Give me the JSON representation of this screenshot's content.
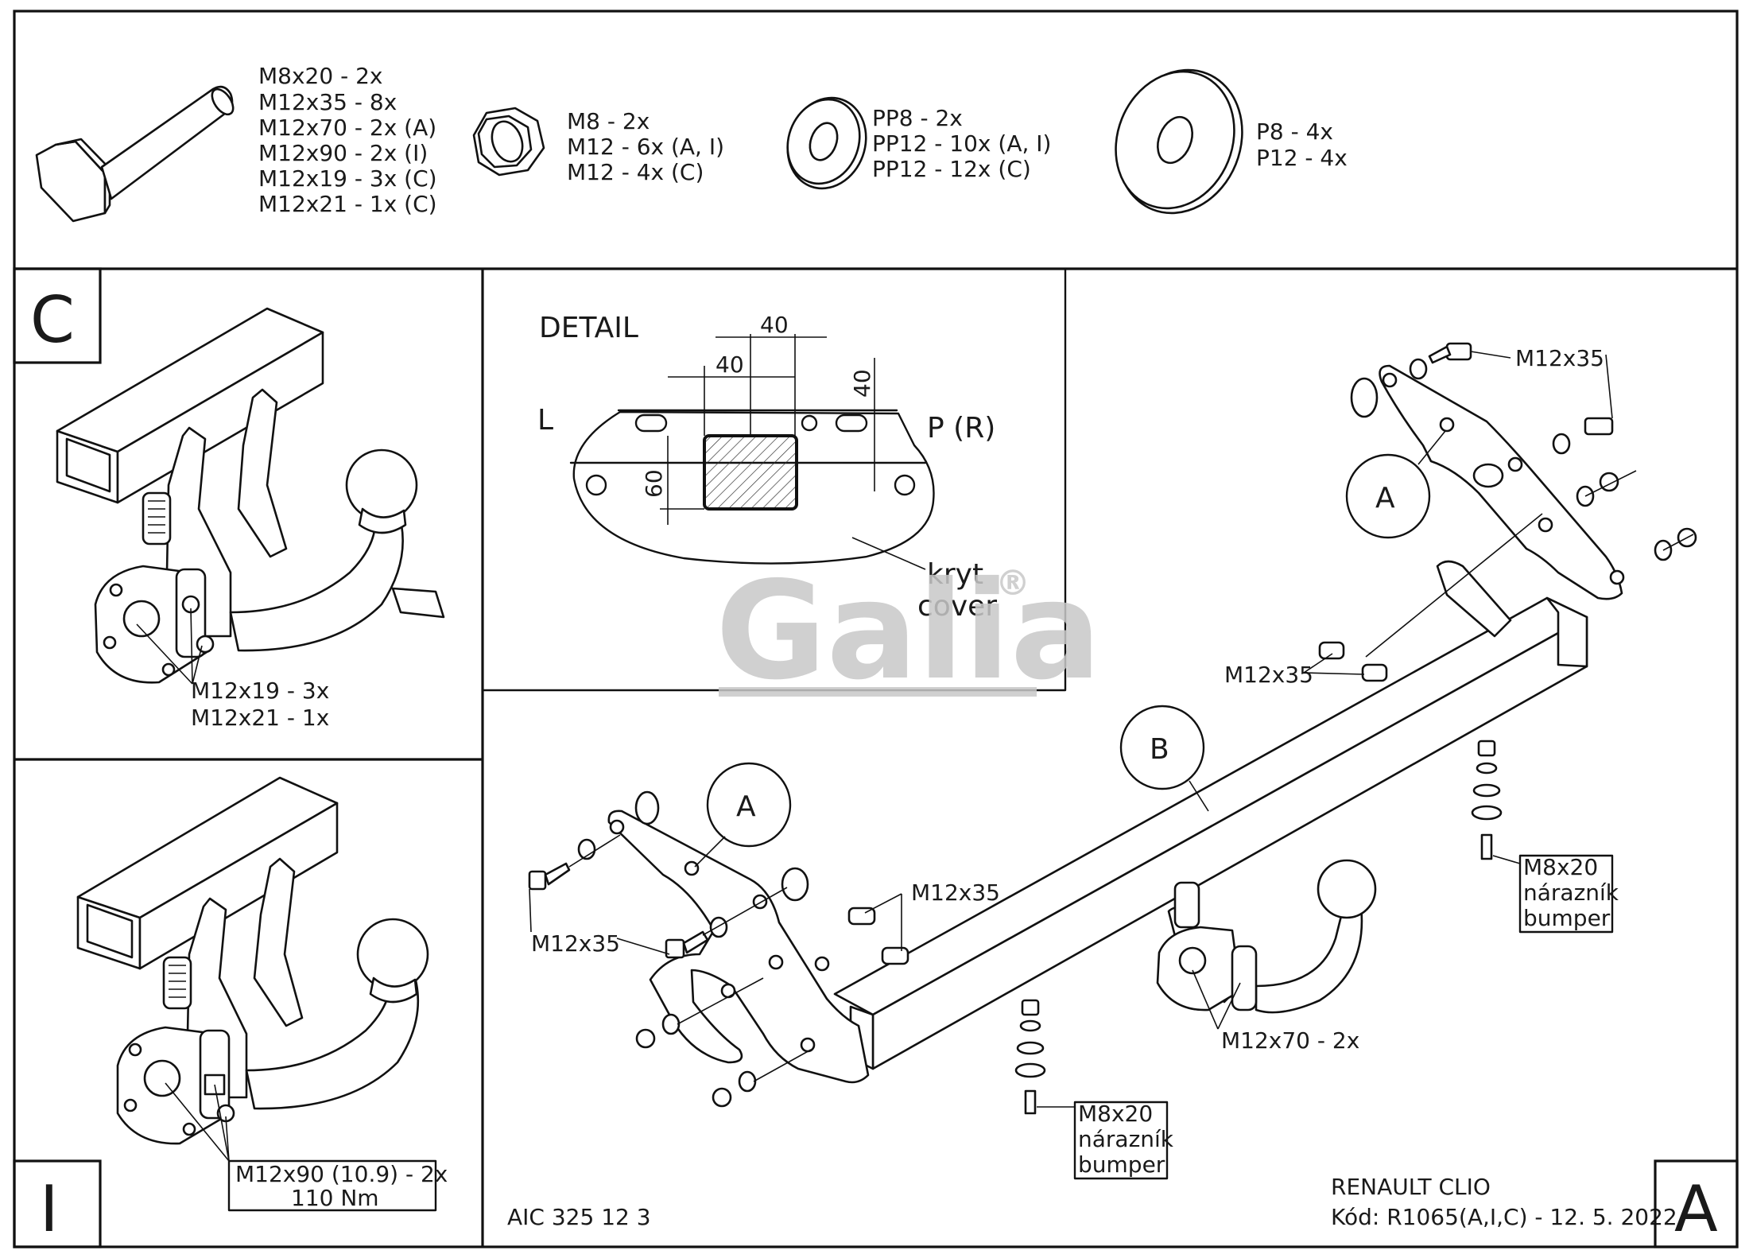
{
  "hardware": {
    "bolts": [
      "M8x20 - 2x",
      "M12x35 - 8x",
      "M12x70 - 2x (A)",
      "M12x90 - 2x (I)",
      "M12x19 - 3x (C)",
      "M12x21 - 1x (C)"
    ],
    "nuts": [
      "M8 - 2x",
      "M12 - 6x (A, I)",
      "M12 - 4x (C)"
    ],
    "washers_pp": [
      "PP8 - 2x",
      "PP12 - 10x (A, I)",
      "PP12 - 12x (C)"
    ],
    "washers_p": [
      "P8 - 4x",
      "P12 - 4x"
    ]
  },
  "panel_c": {
    "letter": "C",
    "labels": [
      "M12x19 - 3x",
      "M12x21 - 1x"
    ]
  },
  "panel_i": {
    "letter": "I",
    "torque_box": [
      "M12x90 (10.9) - 2x",
      "110 Nm"
    ]
  },
  "detail": {
    "title": "DETAIL",
    "left": "L",
    "right": "P (R)",
    "dim_top": "40",
    "dim_mid": "40",
    "dim_side": "40",
    "dim_height": "60",
    "cover_labels": [
      "kryt",
      "cover"
    ]
  },
  "watermark": {
    "brand": "Galia",
    "mark": "®"
  },
  "main": {
    "part_a": "A",
    "part_b": "B",
    "m12x35": "M12x35",
    "m12x70": "M12x70 - 2x",
    "bumper_box": [
      "M8x20",
      "nárazník",
      "bumper"
    ]
  },
  "footer": {
    "code": "AIC 325 12 3",
    "vehicle": "RENAULT CLIO",
    "kod": "Kód: R1065(A,I,C) - 12. 5. 2022",
    "corner_letter": "A"
  }
}
